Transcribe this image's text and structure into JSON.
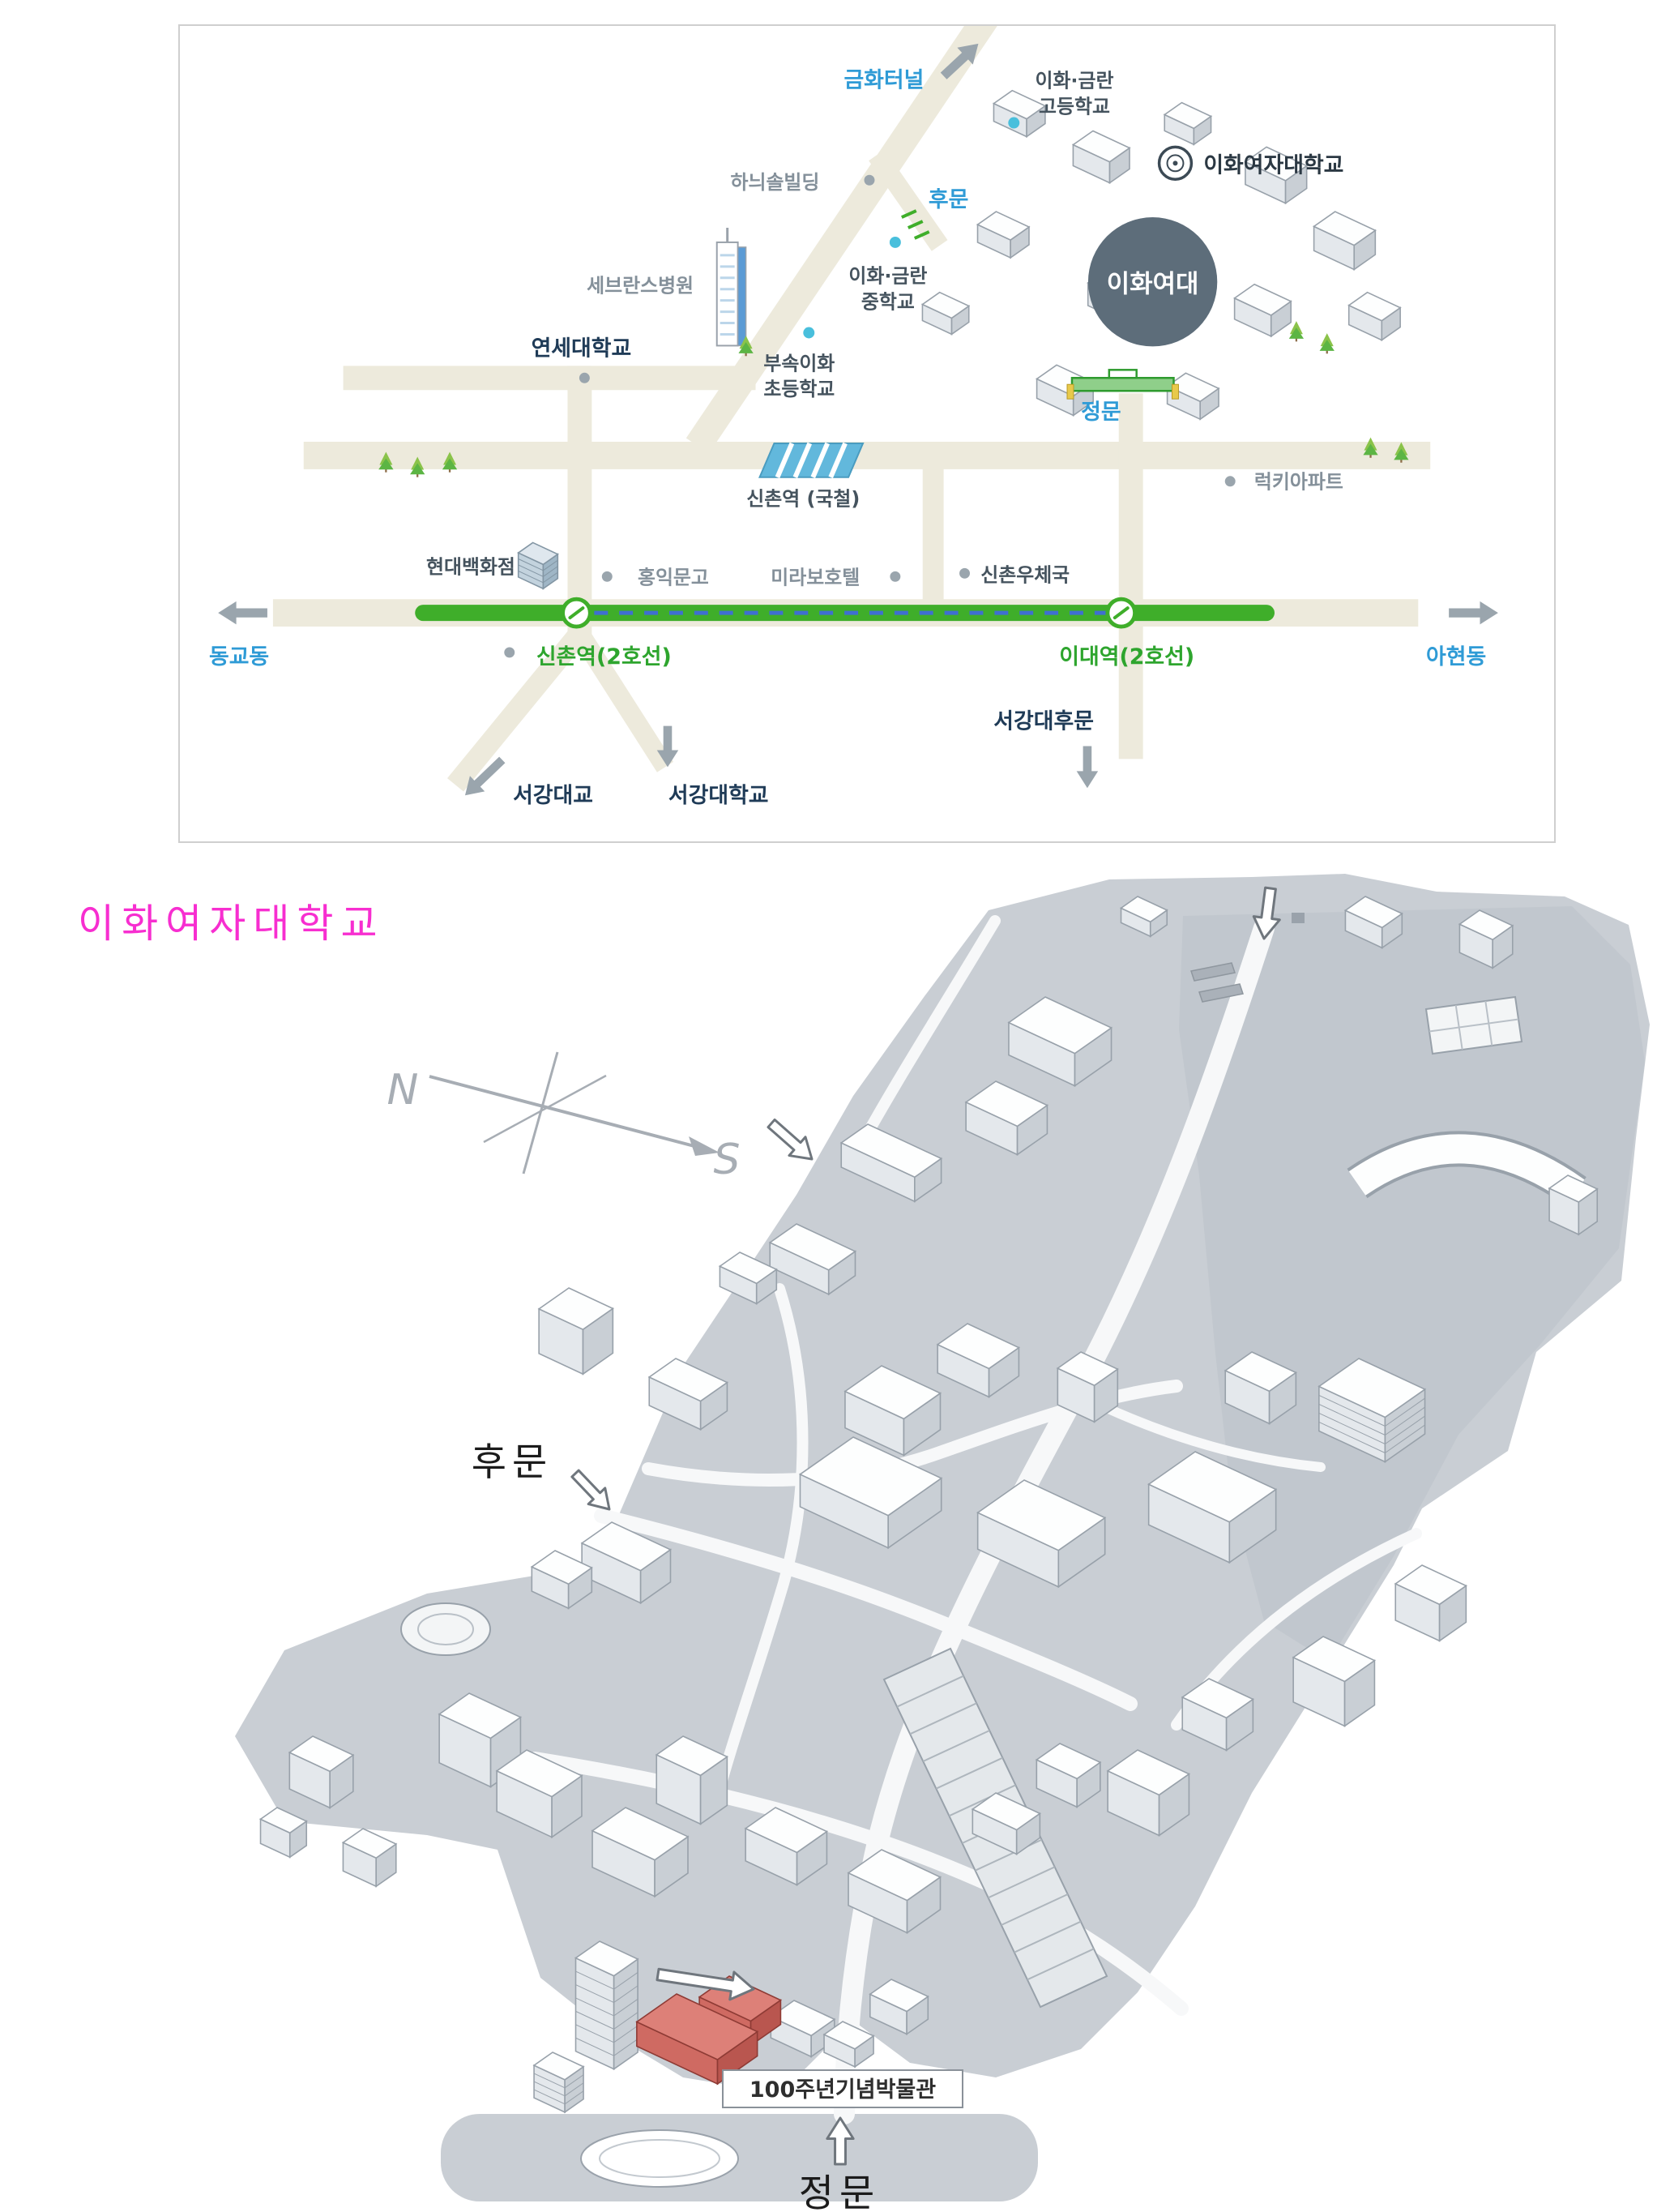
{
  "area_map": {
    "labels": {
      "geumhwa_tunnel": "금화터널",
      "ewha_geumnan_high_1": "이화·금란",
      "ewha_geumnan_high_2": "고등학교",
      "hanuisol_building": "하늬솔빌딩",
      "back_gate": "후문",
      "ewha_geumnan_middle_1": "이화·금란",
      "ewha_geumnan_middle_2": "중학교",
      "severance_hospital": "세브란스병원",
      "yonsei_university": "연세대학교",
      "ewha_elementary_1": "부속이화",
      "ewha_elementary_2": "초등학교",
      "main_gate": "정문",
      "ewha_badge": "이화여대",
      "university_name": "이화여자대학교",
      "sinchon_station_rail": "신촌역 (국철)",
      "lucky_apartment": "럭키아파트",
      "hyundai_department_store": "현대백화점",
      "hongik_bookstore": "홍익문고",
      "mirabeau_hotel": "미라보호텔",
      "sinchon_post_office": "신촌우체국",
      "sinchon_station_line2": "신촌역(2호선)",
      "ewha_station_line2": "이대역(2호선)",
      "donggyo_dong": "동교동",
      "ahyeon_dong": "아현동",
      "sogang_bridge": "서강대교",
      "sogang_university": "서강대학교",
      "sogang_back_gate": "서강대후문"
    },
    "colors": {
      "road": "#edeadc",
      "line2_green": "#3fae2a",
      "dash_blue": "#3f6fd1",
      "label_blue": "#2f9bd6",
      "label_navy": "#1f3b57",
      "label_green": "#2ea52e",
      "label_gray": "#84909a",
      "label_dark": "#45535e",
      "badge_bg": "#5d6d7a",
      "dot_cyan": "#49bfdc",
      "dot_gray": "#9aa5ad"
    }
  },
  "campus_map": {
    "title": "이화여자대학교",
    "labels": {
      "back_gate": "후문",
      "museum": "100주년기념박물관",
      "main_gate": "정문",
      "compass_n": "N",
      "compass_s": "S"
    },
    "colors": {
      "campus_ground": "#c9ced4",
      "building_stroke": "#98a1aa",
      "museum_red": "#cf6a62",
      "museum_red_dark": "#8e3b35",
      "title_magenta": "#f72ed0"
    }
  }
}
